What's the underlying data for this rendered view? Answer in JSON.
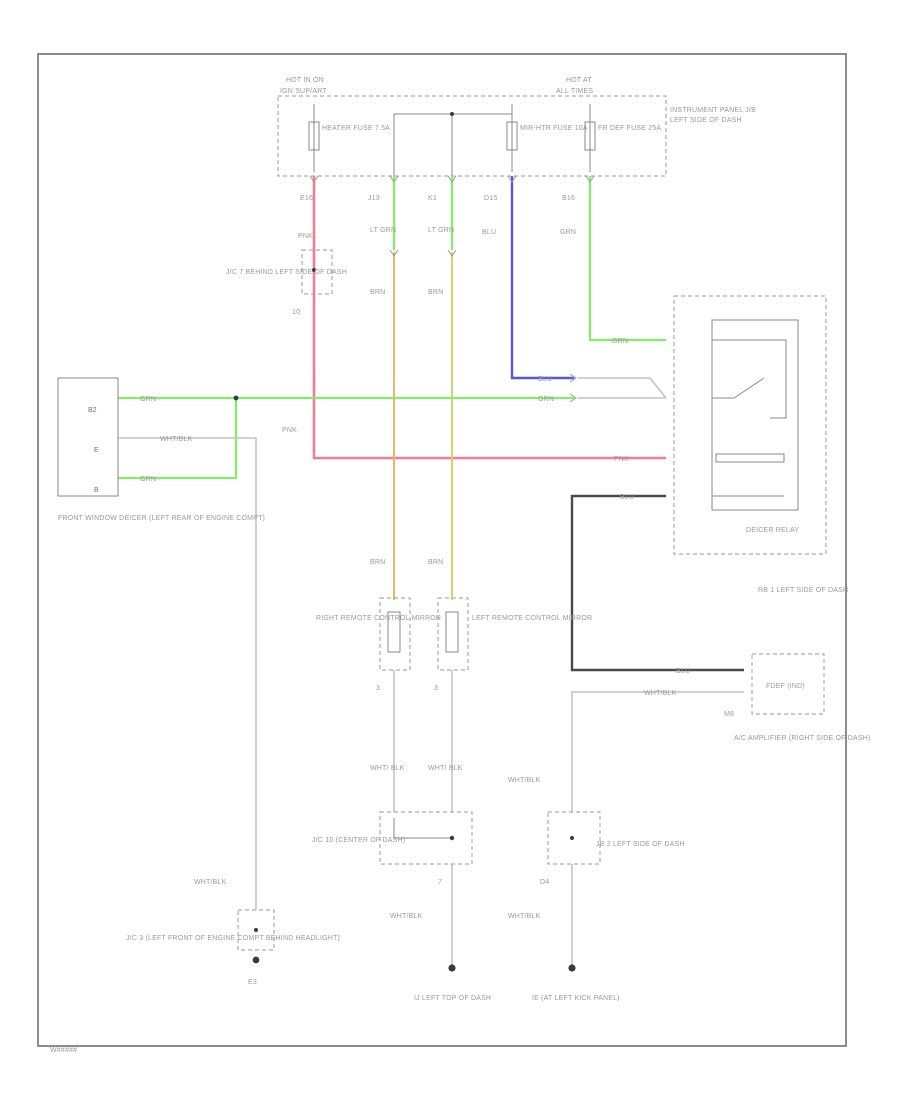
{
  "labels": {
    "hot_in_on": "HOT IN ON",
    "ign_sup": "IGN SUP/ART",
    "hot_at_all": "HOT AT",
    "all_times": "ALL TIMES",
    "instrument_panel_jb": "INSTRUMENT PANEL J/B",
    "left_side_dash_top": "LEFT SIDE OF DASH",
    "heater_fuse": "HEATER FUSE 7.5A",
    "mirror_htr_fuse": "MIR-HTR FUSE 10A",
    "frdef_fuse": "FR DEF FUSE 25A",
    "pin_e16": "E16",
    "pin_j13": "J13",
    "pin_k1": "K1",
    "pin_d15": "D15",
    "pin_b16": "B16",
    "wire_pnk": "PNK",
    "wire_lt_grn": "LT GRN",
    "wire_blu": "BLU",
    "wire_grn": "GRN",
    "wire_brn": "BRN",
    "jc7": "J/C 7 BEHIND LEFT SIDE OF DASH",
    "j10": "10",
    "defogger_front": "FRONT WINDOW DEICER (LEFT REAR OF ENGINE COMPT)",
    "pin_b2": "B2",
    "pin_e": "E",
    "pin_b": "B",
    "wht_blk": "WHT/BLK",
    "wht_blk_split": "WHT/ BLK",
    "deicer_relay": "DEICER RELAY",
    "rb1": "RB 1 LEFT SIDE OF DASH",
    "right_mirror": "RIGHT REMOTE CONTROL MIRROR",
    "left_mirror": "LEFT REMOTE CONTROL MIRROR",
    "ac_amp": "A/C AMPLIFIER (RIGHT SIDE OF DASH)",
    "fdef_ind": "FDEF (IND)",
    "m8": "M8",
    "jc10": "J/C 10 (CENTER OF DASH)",
    "jb2": "JB 2 LEFT SIDE OF DASH",
    "jc3": "J/C 3 (LEFT FRONT OF ENGINE COMPT BEHIND HEADLIGHT)",
    "e3": "E3",
    "gnd_ij": "IJ LEFT TOP OF DASH",
    "gnd_ie": "IE (AT LEFT KICK PANEL)",
    "d4": "D4",
    "pin_3": "3",
    "pin_7": "7",
    "footer_code": "W##### "
  }
}
